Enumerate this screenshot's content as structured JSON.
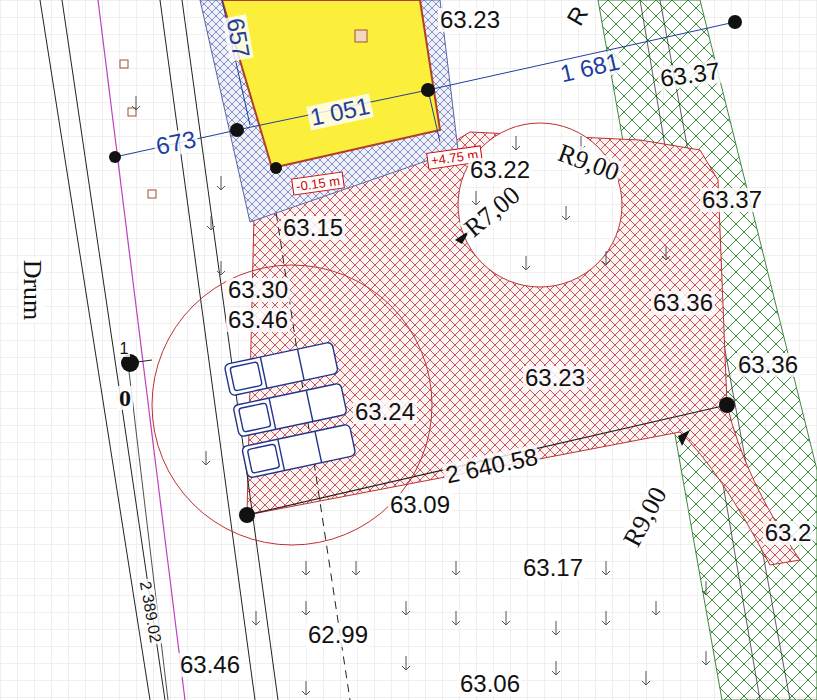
{
  "diagram": {
    "labels": [
      "R",
      "63.23",
      "657",
      "1 681",
      "63.37",
      "1 051",
      "673",
      "-0.15 m",
      "+4.75 m",
      "63.22",
      "R9,00",
      "R7,00",
      "63.37",
      "63.15",
      "Drum",
      "63.30",
      "63.46",
      "63.36",
      "1",
      "63.36",
      "63.23",
      "0",
      "63.24",
      "2 640.58",
      "63.09",
      "R9,00",
      "63.2",
      "63.17",
      "2 389.02",
      "62.99",
      "63.46",
      "63.06"
    ]
  }
}
